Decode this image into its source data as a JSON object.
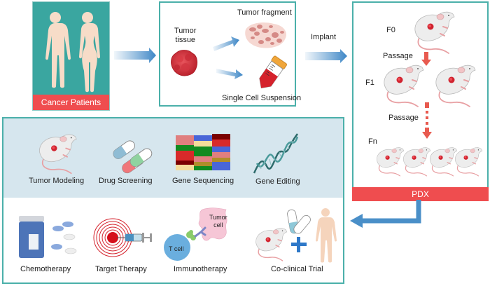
{
  "patients": {
    "label": "Cancer Patients"
  },
  "processing": {
    "tumor_tissue_label": "Tumor\ntissue",
    "tumor_tissue_line1": "Tumor",
    "tumor_tissue_line2": "tissue",
    "tumor_fragment_label": "Tumor fragment",
    "single_cell_label": "Single Cell Suspension"
  },
  "implant_label": "Implant",
  "pdx": {
    "label": "PDX",
    "generations": [
      "F0",
      "F1",
      "Fn"
    ],
    "passage_labels": [
      "Passage",
      "Passage"
    ]
  },
  "applications": {
    "research": [
      {
        "label": "Tumor Modeling",
        "icon": "mouse-icon"
      },
      {
        "label": "Drug Screening",
        "icon": "capsules-icon"
      },
      {
        "label": "Gene Sequencing",
        "icon": "sequencing-blocks-icon"
      },
      {
        "label": "Gene Editing",
        "icon": "dna-helix-icon"
      }
    ],
    "clinical": [
      {
        "label": "Chemotherapy",
        "icon": "pill-bottle-icon"
      },
      {
        "label": "Target Therapy",
        "icon": "target-syringe-icon"
      },
      {
        "label": "Immunotherapy",
        "icon": "t-cell-tumor-cell-icon"
      },
      {
        "label": "Co-clinical Trial",
        "icon": "mouse-plus-human-icon"
      }
    ],
    "t_cell_label": "T cell",
    "tumor_cell_label_line1": "Tumor",
    "tumor_cell_label_line2": "cell"
  },
  "colors": {
    "teal": "#3aa6a0",
    "teal_border": "#4bb0aa",
    "red_bar": "#ef4d4f",
    "light_blue_panel": "#d6e6ee",
    "arrow_blue": "#4a8fc8",
    "passage_arrow": "#e85a4f",
    "skin": "#f7dcc8"
  }
}
